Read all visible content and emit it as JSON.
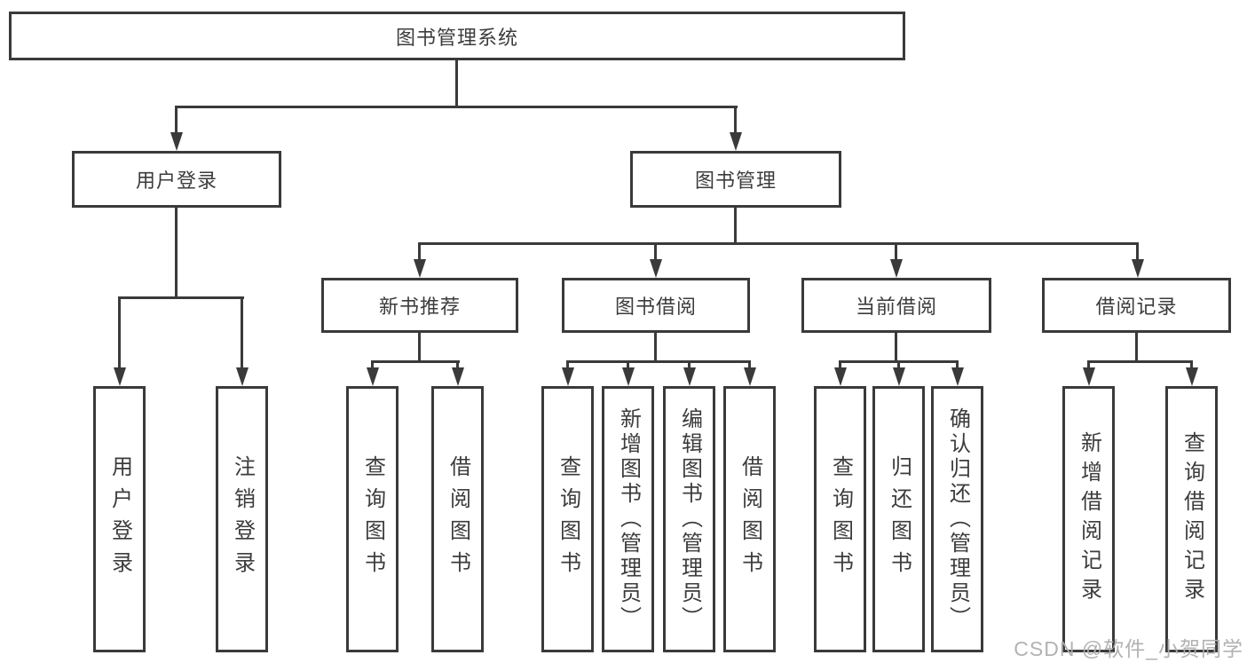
{
  "diagram": {
    "root": "图书管理系统",
    "branches": [
      {
        "label": "用户登录",
        "leaves": [
          "用户登录",
          "注销登录"
        ]
      },
      {
        "label": "图书管理",
        "groups": [
          {
            "label": "新书推荐",
            "leaves": [
              "查询图书",
              "借阅图书"
            ]
          },
          {
            "label": "图书借阅",
            "leaves": [
              "查询图书",
              "新增图书（管理员）",
              "编辑图书（管理员）",
              "借阅图书"
            ]
          },
          {
            "label": "当前借阅",
            "leaves": [
              "查询图书",
              "归还图书",
              "确认归还（管理员）"
            ]
          },
          {
            "label": "借阅记录",
            "leaves": [
              "新增借阅记录",
              "查询借阅记录"
            ]
          }
        ]
      }
    ]
  },
  "watermark": "CSDN @软件_小贺同学",
  "colors": {
    "line": "#3a3a3a",
    "text": "#3c3c3c",
    "watermark": "#aeaeae",
    "background": "#ffffff"
  }
}
